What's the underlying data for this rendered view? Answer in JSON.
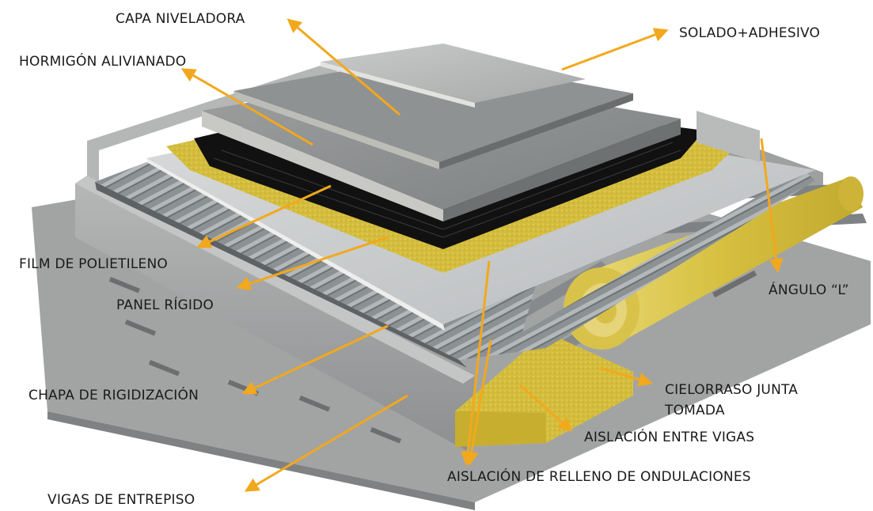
{
  "colors": {
    "arrow": "#f2a81d",
    "insulation": "#d8c34a",
    "steel": "#8e9294",
    "concrete": "#a9aaa8",
    "black_layer": "#101010"
  },
  "labels": {
    "capa_niveladora": "CAPA NIVELADORA",
    "solado_adhesivo": "SOLADO+ADHESIVO",
    "hormigon_alivianado": "HORMIGÓN ALIVIANADO",
    "film_polietileno": "FILM DE POLIETILENO",
    "panel_rigido": "PANEL RÍGIDO",
    "angulo_l": "ÁNGULO “L”",
    "chapa_rigidizacion": "CHAPA DE RIGIDIZACIÓN",
    "cielorraso_1": "CIELORRASO JUNTA",
    "cielorraso_2": "TOMADA",
    "aislacion_vigas": "AISLACIÓN ENTRE VIGAS",
    "aislacion_relleno": "AISLACIÓN DE RELLENO DE ONDULACIONES",
    "vigas_entrepiso": "VIGAS DE ENTREPISO"
  }
}
